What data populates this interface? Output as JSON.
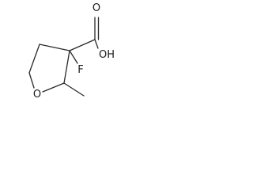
{
  "molecule": {
    "atom_labels": {
      "carboxyl_oh": "OH",
      "carbonyl_o": "O",
      "fluorine": "F",
      "ring_oxygen": "O"
    }
  }
}
